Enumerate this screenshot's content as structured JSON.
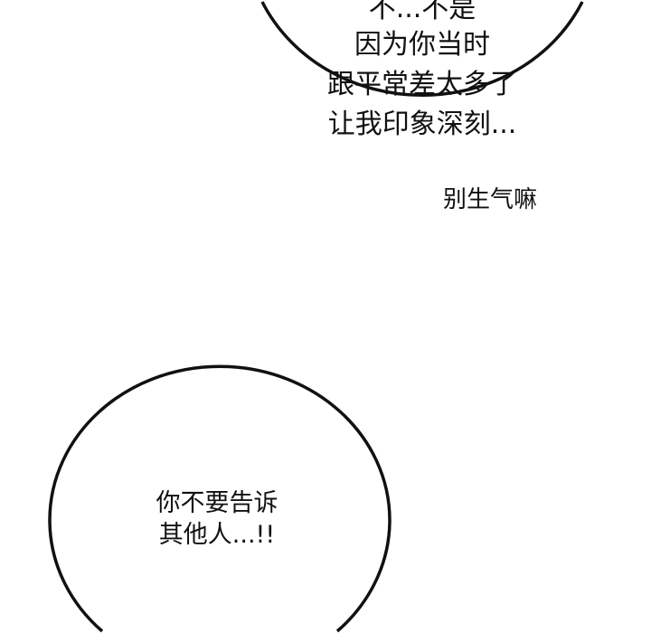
{
  "bubble_top": {
    "lines": [
      "不...不是",
      "因为你当时",
      "跟平常差太多了",
      "让我印象深刻..."
    ],
    "aside": "别生气嘛"
  },
  "bubble_bottom": {
    "lines": [
      "你不要告诉",
      "其他人...!!"
    ]
  },
  "colors": {
    "background": "#ffffff",
    "outline": "#111111"
  }
}
